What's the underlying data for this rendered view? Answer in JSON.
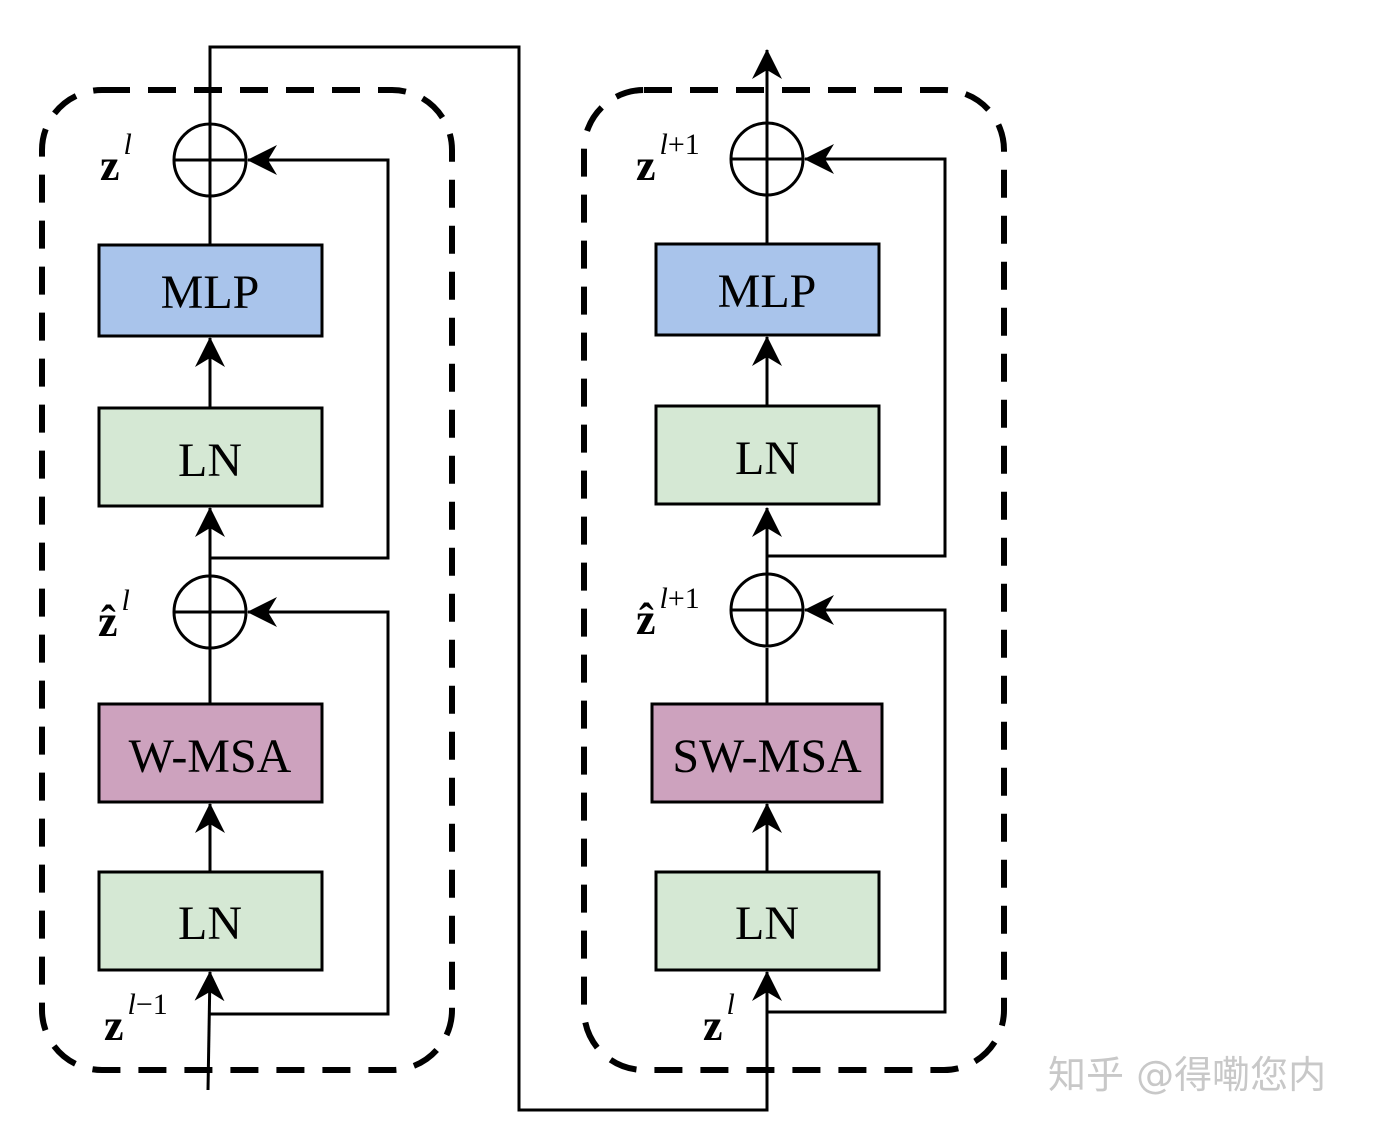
{
  "colors": {
    "mlp_fill": "#a9c4eb",
    "ln_fill": "#d5e8d4",
    "msa_fill": "#cda2be",
    "stroke": "#000000",
    "watermark": "#c8c8c8"
  },
  "left_block": {
    "mlp_label": "MLP",
    "ln_top_label": "LN",
    "msa_label": "W-MSA",
    "ln_bottom_label": "LN",
    "out_var": {
      "base": "z",
      "sup": "l"
    },
    "mid_var": {
      "base": "ẑ",
      "sup": "l"
    },
    "in_var": {
      "base": "z",
      "sup_l": "l",
      "sup_rest": "−1"
    }
  },
  "right_block": {
    "mlp_label": "MLP",
    "ln_top_label": "LN",
    "msa_label": "SW-MSA",
    "ln_bottom_label": "LN",
    "out_var": {
      "base": "z",
      "sup_l": "l",
      "sup_rest": "+1"
    },
    "mid_var": {
      "base": "ẑ",
      "sup_l": "l",
      "sup_rest": "+1"
    },
    "in_var": {
      "base": "z",
      "sup": "l"
    }
  },
  "watermark": {
    "text": "知乎 @得嘞您内"
  }
}
